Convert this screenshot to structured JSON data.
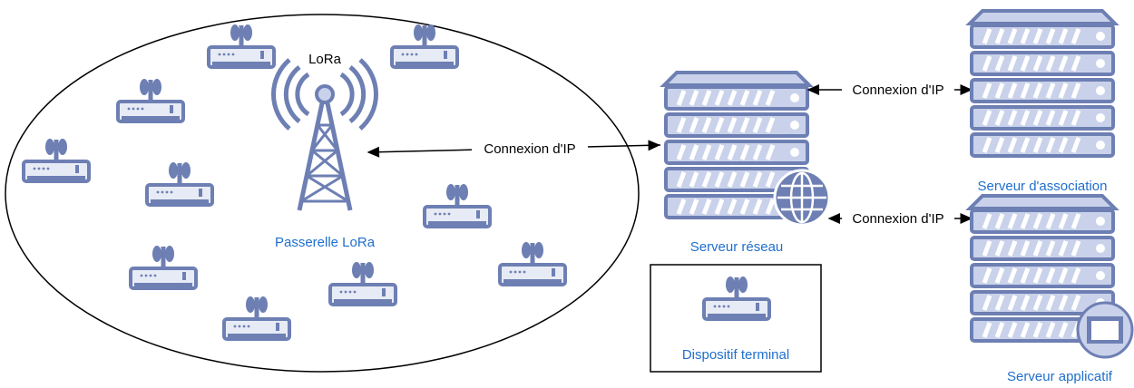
{
  "labels": {
    "lora": "LoRa",
    "gateway": "Passerelle LoRa",
    "network_server": "Serveur réseau",
    "join_server": "Serveur d'association",
    "app_server": "Serveur applicatif",
    "end_device": "Dispositif terminal"
  },
  "connections": {
    "gateway_to_network": "Connexion d'IP",
    "network_to_join": "Connexion d'IP",
    "network_to_app": "Connexion d'IP"
  },
  "colors": {
    "device_fill": "#6d7fb3",
    "device_light": "#e7ebf5",
    "server_dark": "#6d7fb3",
    "server_light": "#c9d2ea",
    "label_blue": "#1f6fce",
    "line": "#000000"
  },
  "icons": {
    "end_device": "router-with-antenna-icon",
    "gateway": "radio-tower-icon",
    "server": "server-rack-icon",
    "globe": "globe-icon",
    "app_window": "window-icon"
  }
}
